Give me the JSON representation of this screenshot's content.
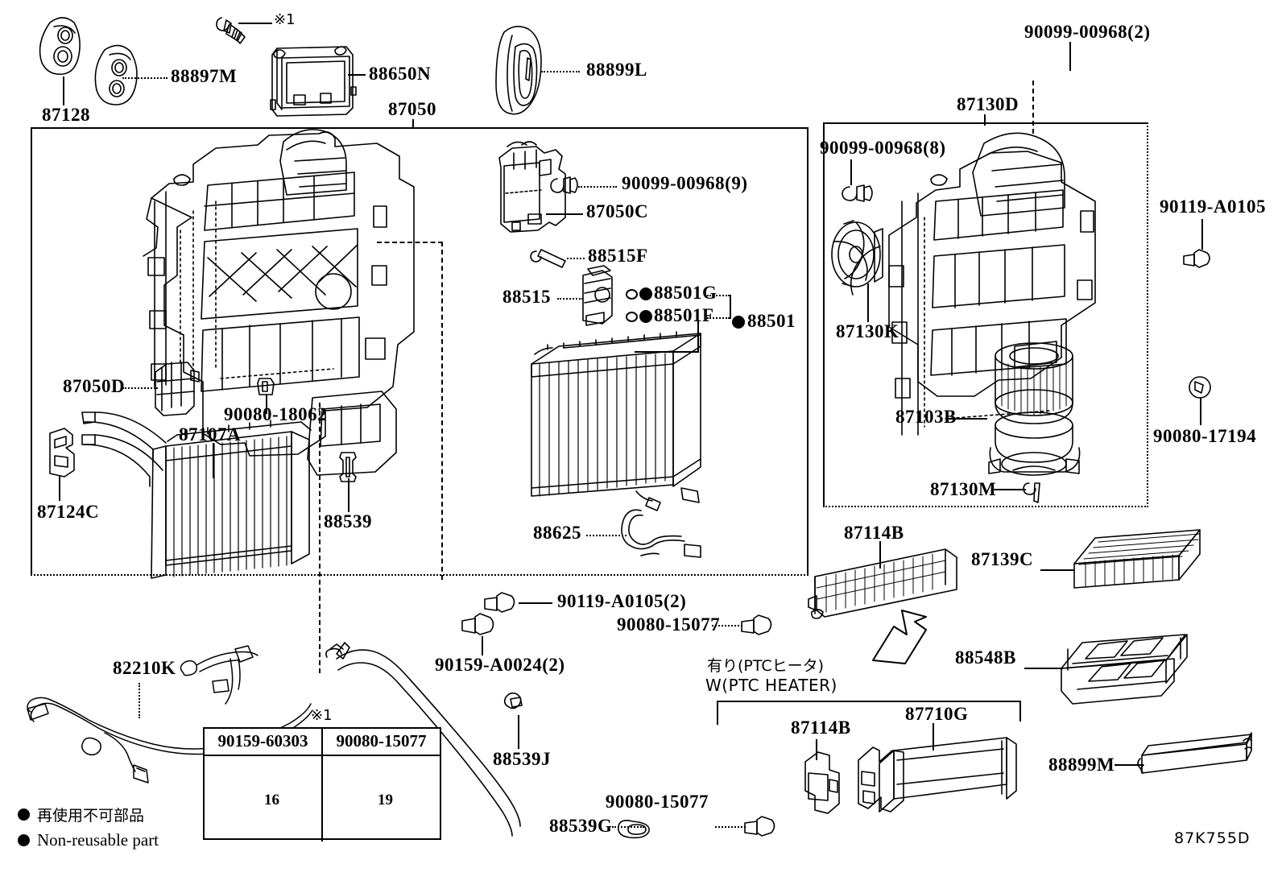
{
  "diagram": {
    "sheet_code": "87K755D",
    "note_marker": "※1"
  },
  "legend": {
    "jp": "再使用不可部品",
    "en": "Non-reusable part"
  },
  "groups": {
    "main_case": {
      "label": "87050"
    },
    "blower_unit": {
      "label": "87130D"
    },
    "ptc_heater": {
      "label_jp": "有り(PTCヒータ)",
      "label_en": "W(PTC HEATER)"
    }
  },
  "footnote_table": {
    "marker": "※1",
    "columns": [
      {
        "part": "90159-60303",
        "length": "16"
      },
      {
        "part": "90080-15077",
        "length": "19"
      }
    ]
  },
  "parts": {
    "p87128": {
      "label": "87128"
    },
    "p88897M": {
      "label": "88897M"
    },
    "p88650N": {
      "label": "88650N"
    },
    "p88899L": {
      "label": "88899L"
    },
    "p87050": {
      "label": "87050"
    },
    "p87050C": {
      "label": "87050C"
    },
    "p87050D": {
      "label": "87050D"
    },
    "p87107A": {
      "label": "87107A"
    },
    "p87124C": {
      "label": "87124C"
    },
    "p87103B": {
      "label": "87103B"
    },
    "p87130D": {
      "label": "87130D"
    },
    "p87130K": {
      "label": "87130K"
    },
    "p87130M": {
      "label": "87130M"
    },
    "p87114B_top": {
      "label": "87114B"
    },
    "p87114B_ptc": {
      "label": "87114B"
    },
    "p87139C": {
      "label": "87139C"
    },
    "p87710G": {
      "label": "87710G"
    },
    "p88501": {
      "label": "88501"
    },
    "p88501F": {
      "label": "88501F"
    },
    "p88501G": {
      "label": "88501G"
    },
    "p88515": {
      "label": "88515"
    },
    "p88515F": {
      "label": "88515F"
    },
    "p88539": {
      "label": "88539"
    },
    "p88539G": {
      "label": "88539G"
    },
    "p88539J": {
      "label": "88539J"
    },
    "p88548B": {
      "label": "88548B"
    },
    "p88625": {
      "label": "88625"
    },
    "p88899M": {
      "label": "88899M"
    },
    "p82210K": {
      "label": "82210K"
    },
    "p90080_18062": {
      "label": "90080-18062"
    },
    "p90080_17194": {
      "label": "90080-17194"
    },
    "p90080_15077_a": {
      "label": "90080-15077"
    },
    "p90080_15077_b": {
      "label": "90080-15077"
    },
    "p90099_00968_2": {
      "label": "90099-00968(2)"
    },
    "p90099_00968_8": {
      "label": "90099-00968(8)"
    },
    "p90099_00968_9": {
      "label": "90099-00968(9)"
    },
    "p90119_A0105": {
      "label": "90119-A0105"
    },
    "p90119_A0105_2": {
      "label": "90119-A0105(2)"
    },
    "p90159_A0024_2": {
      "label": "90159-A0024(2)"
    }
  }
}
